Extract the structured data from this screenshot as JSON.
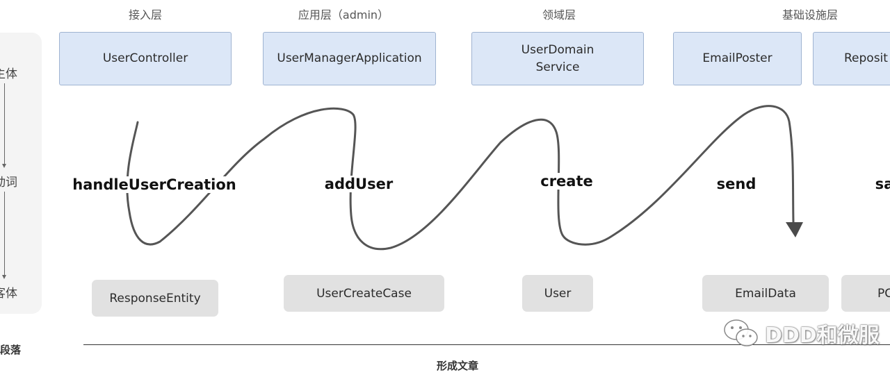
{
  "side": {
    "subject_label": "主体",
    "verb_label": "动词",
    "object_label": "客体",
    "paragraph_label": "段落"
  },
  "layers": [
    {
      "label": "接入层",
      "box_text": "UserController"
    },
    {
      "label": "应用层（admin）",
      "box_text": "UserManagerApplication"
    },
    {
      "label": "领域层",
      "box_text": "UserDomain\nService"
    },
    {
      "label": "基础设施层",
      "box_text": "EmailPoster"
    },
    {
      "label": "",
      "box_text": "Reposit"
    }
  ],
  "verbs": [
    "handleUserCreation",
    "addUser",
    "create",
    "send",
    "sa"
  ],
  "objects": [
    "ResponseEntity",
    "UserCreateCase",
    "User",
    "EmailData",
    "PC"
  ],
  "bottom_caption": "形成文章",
  "watermark": "DDD和微服",
  "colors": {
    "layer_box_fill": "#dce7f7",
    "layer_box_border": "#9fb3d1",
    "object_box_fill": "#e1e1e1",
    "curve": "#555555"
  }
}
